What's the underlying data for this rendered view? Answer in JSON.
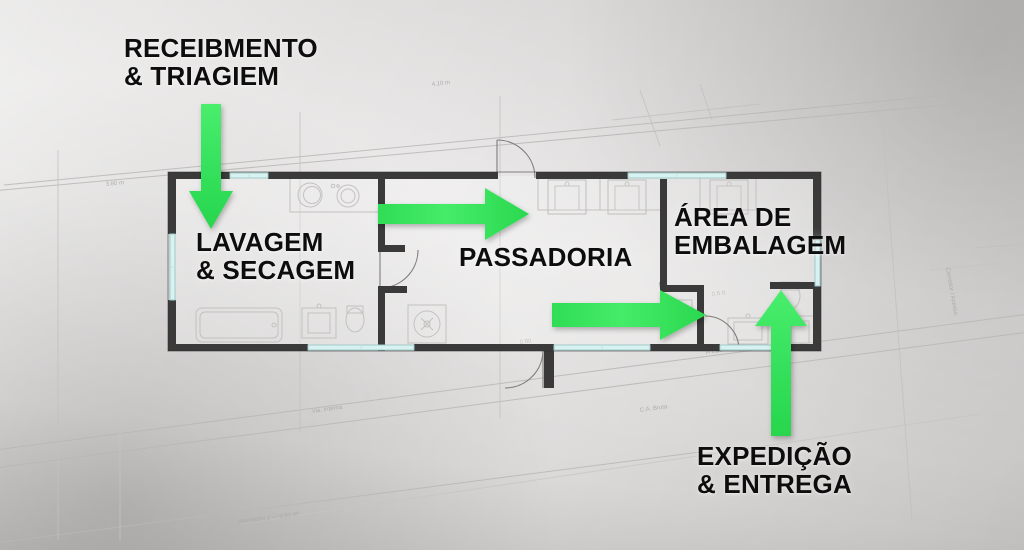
{
  "scene": {
    "kind": "floorplan-workflow-overlay",
    "background_description": "photographed architectural blueprint sheet, light gray",
    "accent_color": "#3ce65f",
    "label_color": "#0d0d0d",
    "wall_color": "#3a3a3a",
    "window_color": "#cfeeee"
  },
  "labels": [
    {
      "id": "receb",
      "text": "RECEIBMENTO\n& TRIAGIEM",
      "name": "label-recebimento-triagem"
    },
    {
      "id": "lav",
      "text": "LAVAGEM\n& SECAGEM",
      "name": "label-lavagem-secagem"
    },
    {
      "id": "pass",
      "text": "PASSADORIA",
      "name": "label-passadoria"
    },
    {
      "id": "emb",
      "text": "ÁREA DE\nEMBALAGEM",
      "name": "label-area-embalagem"
    },
    {
      "id": "exp",
      "text": "EXPEDIÇÃO\n& ENTREGA",
      "name": "label-expedicao-entrega"
    }
  ],
  "arrows": [
    {
      "id": "a1",
      "direction": "down",
      "from_label": "RECEIBMENTO & TRIAGIEM",
      "to_label": "LAVAGEM & SECAGEM"
    },
    {
      "id": "a2",
      "direction": "right",
      "from_label": "LAVAGEM & SECAGEM",
      "to_label": "PASSADORIA"
    },
    {
      "id": "a3",
      "direction": "right",
      "from_label": "PASSADORIA",
      "to_label": "ÁREA DE EMBALAGEM"
    },
    {
      "id": "a4",
      "direction": "up",
      "from_label": "EXPEDIÇÃO & ENTREGA",
      "to_label": "ÁREA DE EMBALAGEM"
    }
  ]
}
